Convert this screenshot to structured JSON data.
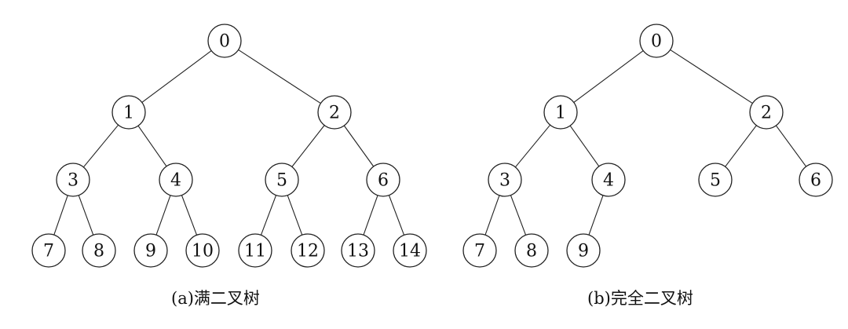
{
  "trees": [
    {
      "id": "full",
      "caption": "(a)满二叉树",
      "nodes": [
        "0",
        "1",
        "2",
        "3",
        "4",
        "5",
        "6",
        "7",
        "8",
        "9",
        "10",
        "11",
        "12",
        "13",
        "14"
      ],
      "edges": [
        [
          "0",
          "1"
        ],
        [
          "0",
          "2"
        ],
        [
          "1",
          "3"
        ],
        [
          "1",
          "4"
        ],
        [
          "2",
          "5"
        ],
        [
          "2",
          "6"
        ],
        [
          "3",
          "7"
        ],
        [
          "3",
          "8"
        ],
        [
          "4",
          "9"
        ],
        [
          "4",
          "10"
        ],
        [
          "5",
          "11"
        ],
        [
          "5",
          "12"
        ],
        [
          "6",
          "13"
        ],
        [
          "6",
          "14"
        ]
      ]
    },
    {
      "id": "complete",
      "caption": "(b)完全二叉树",
      "nodes": [
        "0",
        "1",
        "2",
        "3",
        "4",
        "5",
        "6",
        "7",
        "8",
        "9"
      ],
      "edges": [
        [
          "0",
          "1"
        ],
        [
          "0",
          "2"
        ],
        [
          "1",
          "3"
        ],
        [
          "1",
          "4"
        ],
        [
          "2",
          "5"
        ],
        [
          "2",
          "6"
        ],
        [
          "3",
          "7"
        ],
        [
          "3",
          "8"
        ],
        [
          "4",
          "9"
        ]
      ]
    }
  ]
}
